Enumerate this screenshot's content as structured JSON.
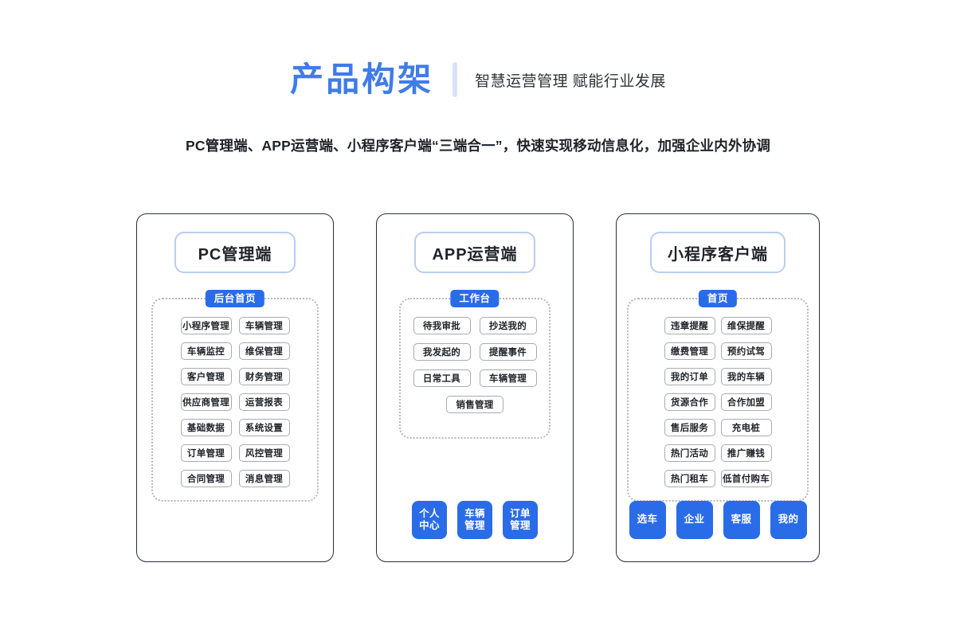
{
  "header": {
    "main_title": "产品构架",
    "sub_title": "智慧运营管理 赋能行业发展",
    "tagline": "PC管理端、APP运营端、小程序客户端“三端合一”，快速实现移动信息化，加强企业内外协调"
  },
  "colors": {
    "brand_blue": "#2a6ce8",
    "title_blue": "#3f7ce8",
    "pill_border": "#b9cdef",
    "divider": "#dbe4f5",
    "card_border": "#2b2f36",
    "chip_border": "#a8abb0",
    "dotted_border": "#b4b7bd"
  },
  "cards": [
    {
      "title": "PC管理端",
      "badge": "后台首页",
      "items": [
        "小程序管理",
        "车辆管理",
        "车辆监控",
        "维保管理",
        "客户管理",
        "财务管理",
        "供应商管理",
        "运营报表",
        "基础数据",
        "系统设置",
        "订单管理",
        "风控管理",
        "合同管理",
        "消息管理"
      ],
      "nav": []
    },
    {
      "title": "APP运营端",
      "badge": "工作台",
      "items": [
        "待我审批",
        "抄送我的",
        "我发起的",
        "提醒事件",
        "日常工具",
        "车辆管理",
        "销售管理"
      ],
      "nav": [
        {
          "line1": "个人",
          "line2": "中心"
        },
        {
          "line1": "车辆",
          "line2": "管理"
        },
        {
          "line1": "订单",
          "line2": "管理"
        }
      ]
    },
    {
      "title": "小程序客户端",
      "badge": "首页",
      "items": [
        "违章提醒",
        "维保提醒",
        "缴费管理",
        "预约试驾",
        "我的订单",
        "我的车辆",
        "货源合作",
        "合作加盟",
        "售后服务",
        "充电桩",
        "热门活动",
        "推广赚钱",
        "热门租车",
        "低首付购车"
      ],
      "nav": [
        {
          "line1": "选车",
          "line2": ""
        },
        {
          "line1": "企业",
          "line2": ""
        },
        {
          "line1": "客服",
          "line2": ""
        },
        {
          "line1": "我的",
          "line2": ""
        }
      ]
    }
  ]
}
